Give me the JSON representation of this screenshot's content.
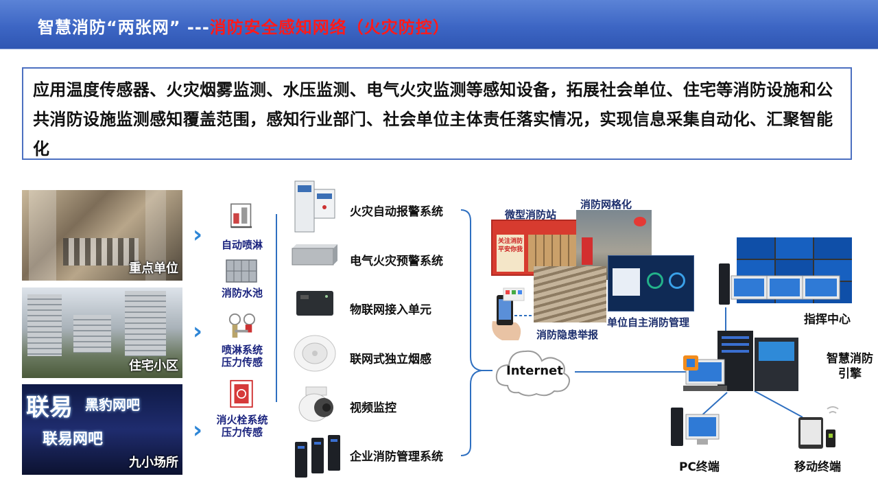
{
  "header": {
    "title_white": "智慧消防“两张网” ---",
    "title_red": "消防安全感知网络（火灾防控）"
  },
  "description": "应用温度传感器、火灾烟雾监测、水压监测、电气火灾监测等感知设备，拓展社会单位、住宅等消防设施和公共消防设施监测感知覆盖范围，感知行业部门、社会单位主体责任落实情况，实现信息采集自动化、汇聚智能化",
  "photos": [
    {
      "label": "重点单位"
    },
    {
      "label": "住宅小区"
    },
    {
      "label": "九小场所"
    }
  ],
  "photo3_signs": [
    "联易",
    "黑豹网吧",
    "联易网吧"
  ],
  "sensors": [
    {
      "label": "自动喷淋"
    },
    {
      "label": "消防水池"
    },
    {
      "label": "喷淋系统\n压力传感"
    },
    {
      "label": "消火栓系统\n压力传感"
    }
  ],
  "systems": [
    {
      "label": "火灾自动报警系统"
    },
    {
      "label": "电气火灾预警系统"
    },
    {
      "label": "物联网接入单元"
    },
    {
      "label": "联网式独立烟感"
    },
    {
      "label": "视频监控"
    },
    {
      "label": "企业消防管理系统"
    }
  ],
  "right": {
    "micro_station": "微型消防站",
    "grid": "消防网格化",
    "self_mgmt": "单位自主消防管理",
    "report": "消防隐患举报",
    "internet": "Internet",
    "command_center": "指挥中心",
    "engine": "智慧消防\n引擎",
    "pc_terminal": "PC终端",
    "mobile_terminal": "移动终端"
  },
  "station_sign": "关注消防 平安你我",
  "colors": {
    "title_bar": "#3d66c4",
    "title_red": "#ff1a1a",
    "border_blue": "#4b6fc0",
    "connector": "#2e6fc0",
    "chevron": "#2e86d6",
    "navy_text": "#1a2c6b"
  }
}
